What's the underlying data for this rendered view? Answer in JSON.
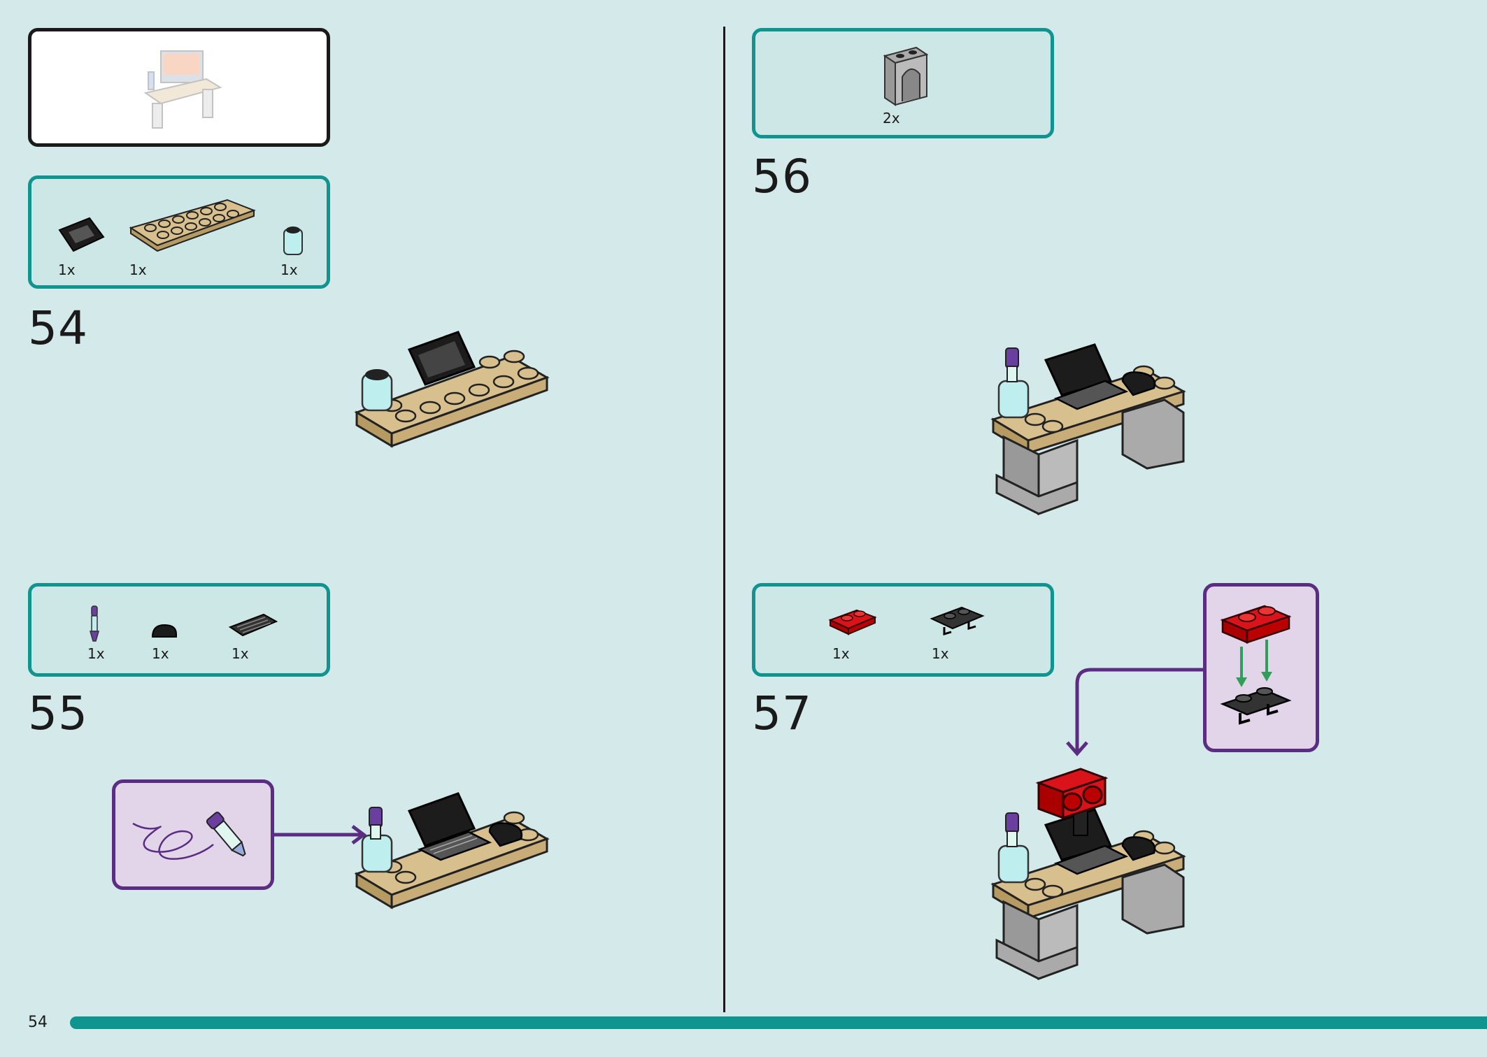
{
  "page": {
    "number": "54"
  },
  "steps": [
    {
      "number": "54",
      "parts": [
        {
          "name": "black-slope-bracket",
          "qty": "1x"
        },
        {
          "name": "tan-plate-2x8",
          "qty": "1x"
        },
        {
          "name": "trans-light-blue-round-brick",
          "qty": "1x"
        }
      ]
    },
    {
      "number": "55",
      "parts": [
        {
          "name": "purple-pen-accessory",
          "qty": "1x"
        },
        {
          "name": "black-round-tile",
          "qty": "1x"
        },
        {
          "name": "dark-gray-keyboard-tile",
          "qty": "1x"
        }
      ]
    },
    {
      "number": "56",
      "parts": [
        {
          "name": "light-gray-desk-leg-bracket",
          "qty": "2x"
        }
      ]
    },
    {
      "number": "57",
      "parts": [
        {
          "name": "red-plate-1x2",
          "qty": "1x"
        },
        {
          "name": "black-clip-plate",
          "qty": "1x"
        }
      ]
    }
  ],
  "colors": {
    "background": "#d4e9e9",
    "teal_accent": "#0f948f",
    "callout_purple": "#5a2d83",
    "tan": "#d8c08e",
    "red": "#d8141a"
  }
}
